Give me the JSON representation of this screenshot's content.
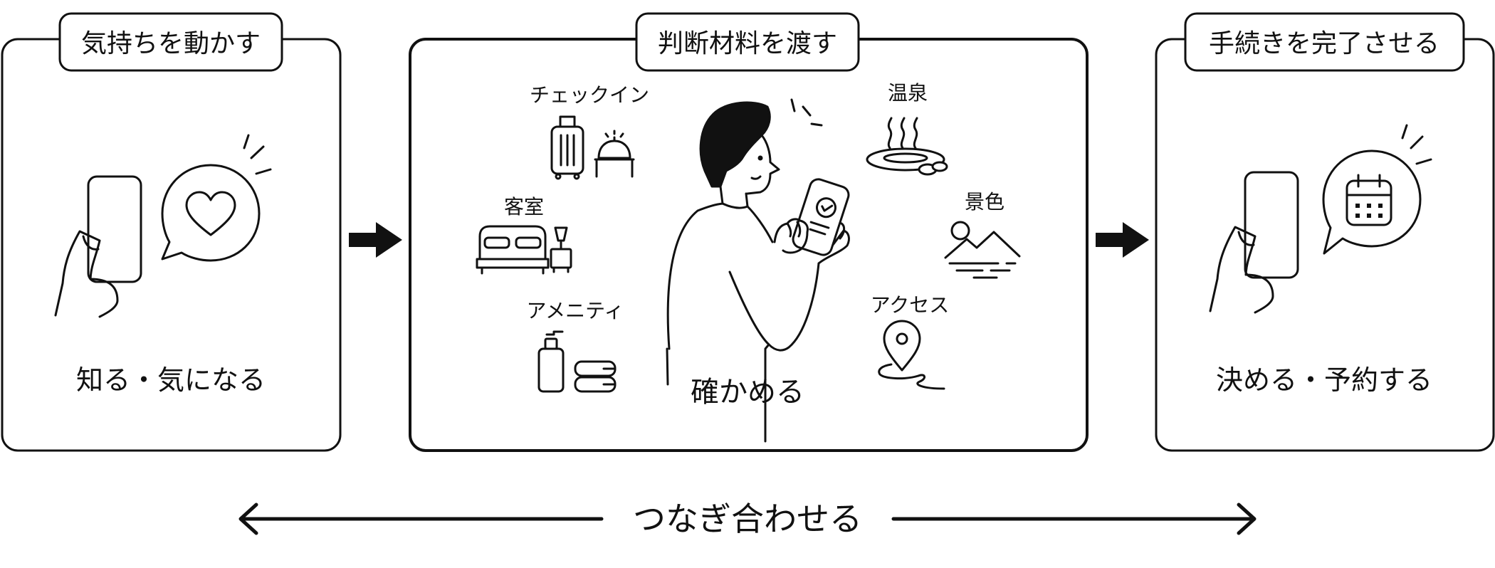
{
  "panels": [
    {
      "heading": "気持ちを動かす",
      "caption": "知る・気になる"
    },
    {
      "heading": "判断材料を渡す",
      "caption": "確かめる"
    },
    {
      "heading": "手続きを完了させる",
      "caption": "決める・予約する"
    }
  ],
  "materials": {
    "checkin": "チェックイン",
    "room": "客室",
    "amenity": "アメニティ",
    "onsen": "温泉",
    "scenery": "景色",
    "access": "アクセス"
  },
  "bottom_label": "つなぎ合わせる",
  "icons": {
    "panel1": [
      "hand-holding-phone-icon",
      "heart-speech-bubble-icon"
    ],
    "panel2": [
      "person-checking-phone-icon",
      "suitcase-icon",
      "bell-on-desk-icon",
      "bed-icon",
      "lamp-icon",
      "bottle-icon",
      "towels-icon",
      "hot-spring-icon",
      "sun-mountains-icon",
      "location-pin-icon"
    ],
    "panel3": [
      "hand-holding-phone-icon",
      "calendar-speech-bubble-icon"
    ]
  },
  "colors": {
    "stroke": "#111111",
    "background": "#ffffff"
  }
}
